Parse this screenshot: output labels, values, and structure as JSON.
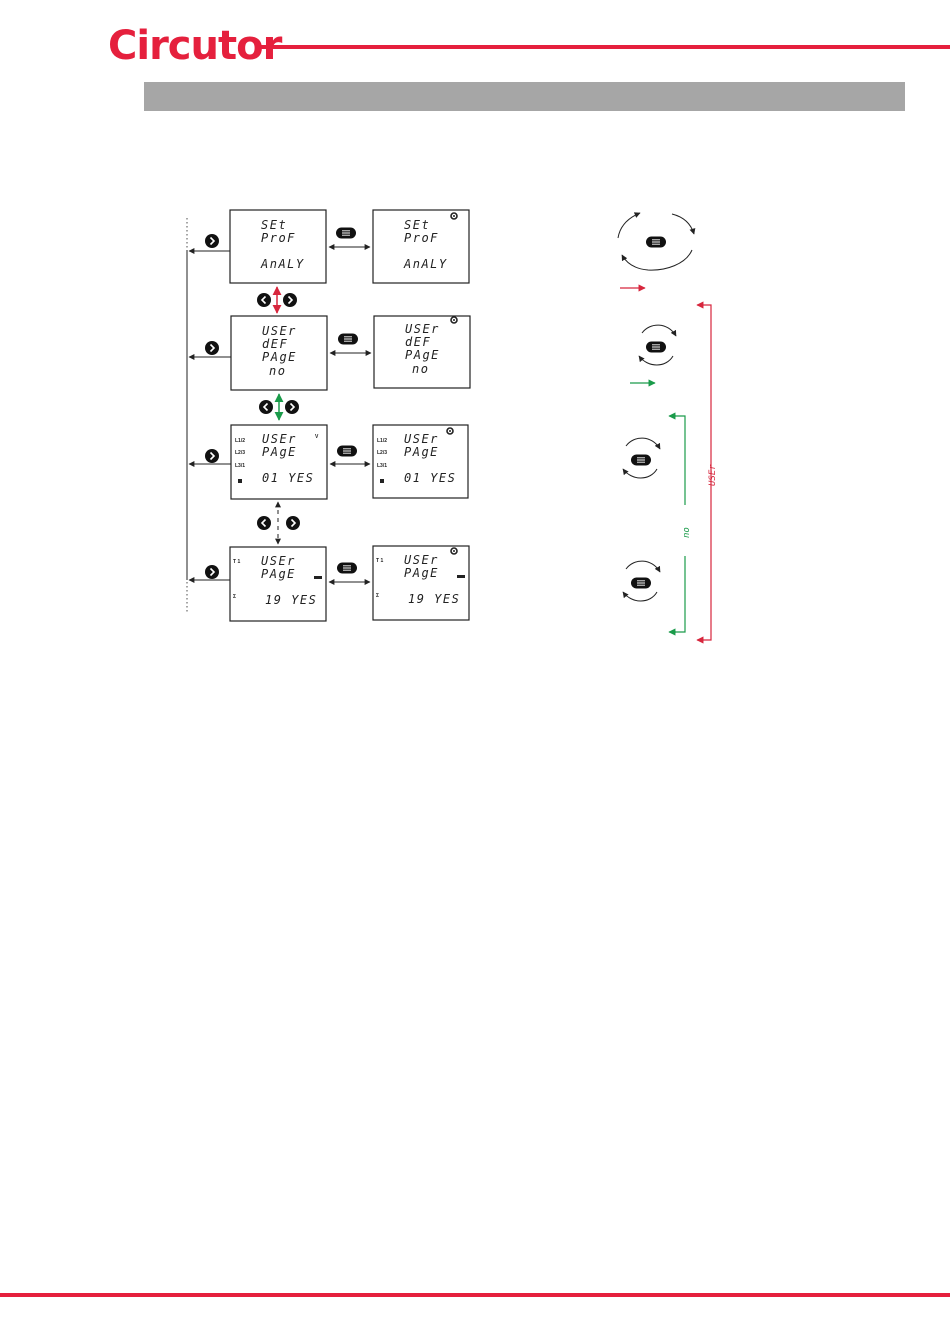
{
  "brand": {
    "logo_text": "Circutor",
    "color": "#e5203d",
    "header_bar_color": "#a6a6a6"
  },
  "colors": {
    "red_path": "#d7263d",
    "green_path": "#1a9b4a",
    "line": "#222222"
  },
  "icons": {
    "next_button": "chevron-right-icon",
    "prev_button": "chevron-left-icon",
    "menu_button": "menu-lines-icon",
    "rotate_cycle": "rotate-arrows-icon",
    "edit_marker": "gear-icon"
  },
  "screens": [
    {
      "left": {
        "lines": [
          "SEt",
          "ProF",
          "",
          "AnALY"
        ]
      },
      "right": {
        "lines": [
          "SEt",
          "ProF",
          "",
          "AnALY"
        ]
      }
    },
    {
      "left": {
        "lines": [
          "USEr",
          "dEF",
          "PAgE",
          "no"
        ]
      },
      "right": {
        "lines": [
          "USEr",
          "dEF",
          "PAgE",
          "no"
        ]
      }
    },
    {
      "left": {
        "lines": [
          "USEr",
          "PAgE",
          "",
          "01 YES"
        ],
        "side_labels": [
          "L1/2",
          "L2/3",
          "L3/1"
        ],
        "corner_mark": "V"
      },
      "right": {
        "lines": [
          "USEr",
          "PAgE",
          "",
          "01 YES"
        ],
        "side_labels": [
          "L1/2",
          "L2/3",
          "L3/1"
        ]
      }
    },
    {
      "left": {
        "lines": [
          "USEr",
          "PAgE",
          "19 YES"
        ],
        "tag_top": "T 1",
        "tag_bottom": "Σ"
      },
      "right": {
        "lines": [
          "USEr",
          "PAgE",
          "19 YES"
        ],
        "tag_top": "T 1",
        "tag_bottom": "Σ"
      }
    }
  ],
  "legend": {
    "label_red": "USEr",
    "label_green": "no"
  }
}
